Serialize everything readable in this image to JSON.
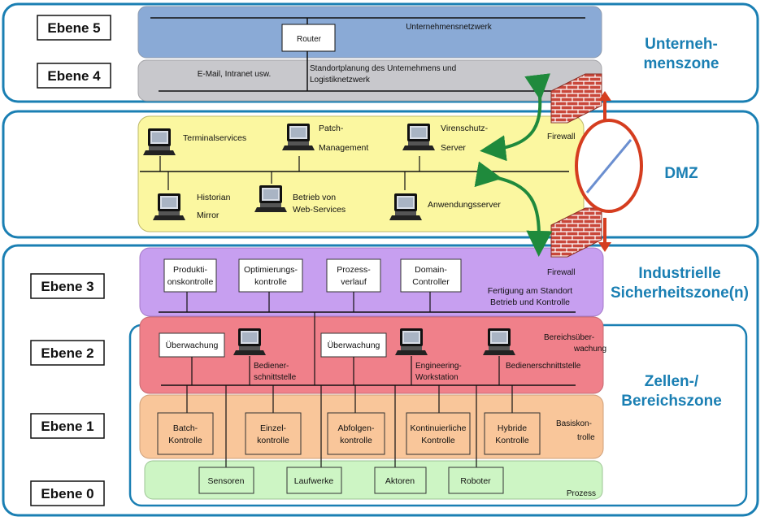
{
  "levels": {
    "e5": "Ebene 5",
    "e4": "Ebene 4",
    "e3": "Ebene 3",
    "e2": "Ebene 2",
    "e1": "Ebene 1",
    "e0": "Ebene 0"
  },
  "zones": {
    "unternehmen_l1": "Unterneh-",
    "unternehmen_l2": "menszone",
    "dmz": "DMZ",
    "industrie_l1": "Industrielle",
    "industrie_l2": "Sicherheitszone(n)",
    "zellen_l1": "Zellen-/",
    "zellen_l2": "Bereichszone"
  },
  "level5": {
    "network": "Unternehmensnetzwerk",
    "router": "Router"
  },
  "level4": {
    "email": "E-Mail, Intranet usw.",
    "planning_l1": "Standortplanung des Unternehmens und",
    "planning_l2": "Logistiknetzwerk"
  },
  "dmz": {
    "terminal": "Terminalservices",
    "patch_l1": "Patch-",
    "patch_l2": "Management",
    "virus_l1": "Virenschutz-",
    "virus_l2": "Server",
    "historian_l1": "Historian",
    "historian_l2": "Mirror",
    "web_l1": "Betrieb von",
    "web_l2": "Web-Services",
    "app": "Anwendungsserver"
  },
  "firewall_top": "Firewall",
  "firewall_bottom": "Firewall",
  "level3": {
    "produktion_l1": "Produkti-",
    "produktion_l2": "onskontrolle",
    "optim_l1": "Optimierungs-",
    "optim_l2": "kontrolle",
    "prozess_l1": "Prozess-",
    "prozess_l2": "verlauf",
    "domain_l1": "Domain-",
    "domain_l2": "Controller",
    "site_l1": "Fertigung am Standort",
    "site_l2": "Betrieb und Kontrolle"
  },
  "level2": {
    "ueberwachung1": "Überwachung",
    "ueberwachung2": "Überwachung",
    "bediener1_l1": "Bediener-",
    "bediener1_l2": "schnittstelle",
    "eng_l1": "Engineering-",
    "eng_l2": "Workstation",
    "bediener2": "Bedienerschnittstelle",
    "bereich_l1": "Bereichsüber-",
    "bereich_l2": "wachung"
  },
  "level1": {
    "batch_l1": "Batch-",
    "batch_l2": "Kontrolle",
    "einzel_l1": "Einzel-",
    "einzel_l2": "kontrolle",
    "abfolge_l1": "Abfolgen-",
    "abfolge_l2": "kontrolle",
    "kont_l1": "Kontinuierliche",
    "kont_l2": "Kontrolle",
    "hybrid_l1": "Hybride",
    "hybrid_l2": "Kontrolle",
    "basis_l1": "Basiskon-",
    "basis_l2": "trolle"
  },
  "level0": {
    "sensoren": "Sensoren",
    "laufwerke": "Laufwerke",
    "aktoren": "Aktoren",
    "roboter": "Roboter",
    "prozess": "Prozess"
  },
  "colors": {
    "zone_border": "#1a7fb3",
    "zone_text": "#1a7fb3",
    "level5": "#8aaad6",
    "level4": "#c8c8cc",
    "dmz": "#fbf7a0",
    "level3": "#c79ff0",
    "level2": "#f0808a",
    "level1": "#f9c69a",
    "level0": "#cdf5c4",
    "arrow_green": "#1f8a3c",
    "arrow_red": "#d53d1f",
    "brick": "#c9473a"
  }
}
